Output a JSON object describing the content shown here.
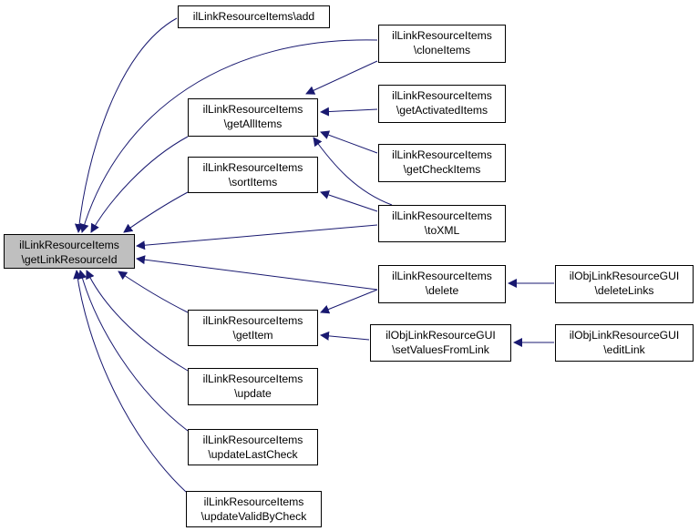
{
  "nodes": {
    "root": {
      "line1": "ilLinkResourceItems",
      "line2": "\\getLinkResourceId"
    },
    "add": {
      "line1": "ilLinkResourceItems\\add"
    },
    "getAllItems": {
      "line1": "ilLinkResourceItems",
      "line2": "\\getAllItems"
    },
    "sortItems": {
      "line1": "ilLinkResourceItems",
      "line2": "\\sortItems"
    },
    "getItem": {
      "line1": "ilLinkResourceItems",
      "line2": "\\getItem"
    },
    "update": {
      "line1": "ilLinkResourceItems",
      "line2": "\\update"
    },
    "updateLastCheck": {
      "line1": "ilLinkResourceItems",
      "line2": "\\updateLastCheck"
    },
    "updateValidByCheck": {
      "line1": "ilLinkResourceItems",
      "line2": "\\updateValidByCheck"
    },
    "cloneItems": {
      "line1": "ilLinkResourceItems",
      "line2": "\\cloneItems"
    },
    "getActivatedItems": {
      "line1": "ilLinkResourceItems",
      "line2": "\\getActivatedItems"
    },
    "getCheckItems": {
      "line1": "ilLinkResourceItems",
      "line2": "\\getCheckItems"
    },
    "toXML": {
      "line1": "ilLinkResourceItems",
      "line2": "\\toXML"
    },
    "delete": {
      "line1": "ilLinkResourceItems",
      "line2": "\\delete"
    },
    "setValuesFromLink": {
      "line1": "ilObjLinkResourceGUI",
      "line2": "\\setValuesFromLink"
    },
    "deleteLinks": {
      "line1": "ilObjLinkResourceGUI",
      "line2": "\\deleteLinks"
    },
    "editLink": {
      "line1": "ilObjLinkResourceGUI",
      "line2": "\\editLink"
    }
  },
  "edges": [
    {
      "from": "add",
      "to": "root"
    },
    {
      "from": "cloneItems",
      "to": "root"
    },
    {
      "from": "getAllItems",
      "to": "root"
    },
    {
      "from": "sortItems",
      "to": "root"
    },
    {
      "from": "toXML",
      "to": "root"
    },
    {
      "from": "delete",
      "to": "root"
    },
    {
      "from": "getItem",
      "to": "root"
    },
    {
      "from": "update",
      "to": "root"
    },
    {
      "from": "updateLastCheck",
      "to": "root"
    },
    {
      "from": "updateValidByCheck",
      "to": "root"
    },
    {
      "from": "cloneItems",
      "to": "getAllItems"
    },
    {
      "from": "getActivatedItems",
      "to": "getAllItems"
    },
    {
      "from": "getCheckItems",
      "to": "getAllItems"
    },
    {
      "from": "toXML",
      "to": "getAllItems"
    },
    {
      "from": "toXML",
      "to": "sortItems"
    },
    {
      "from": "delete",
      "to": "getItem"
    },
    {
      "from": "setValuesFromLink",
      "to": "getItem"
    },
    {
      "from": "deleteLinks",
      "to": "delete"
    },
    {
      "from": "editLink",
      "to": "setValuesFromLink"
    }
  ],
  "colors": {
    "edge": "#191970",
    "focus_fill": "#bfbfbf",
    "border": "#000000"
  }
}
